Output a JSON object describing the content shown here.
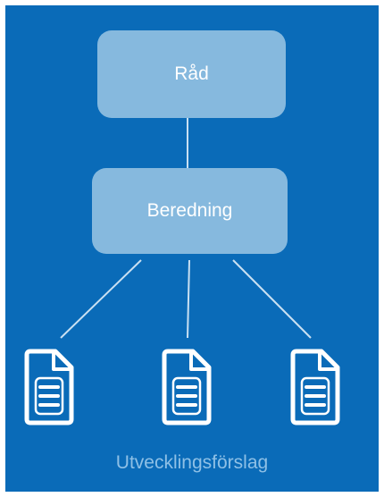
{
  "diagram": {
    "root_node": {
      "label": "Råd"
    },
    "middle_node": {
      "label": "Beredning"
    },
    "documents": [
      {
        "icon": "document-icon"
      },
      {
        "icon": "document-icon"
      },
      {
        "icon": "document-icon"
      }
    ],
    "footer_label": "Utvecklingsförslag"
  },
  "colors": {
    "background": "#0a6bb8",
    "node_fill": "#86b9de",
    "node_text": "#ffffff",
    "connector": "#c9e0f2",
    "footer_text": "#8ec0e6"
  }
}
